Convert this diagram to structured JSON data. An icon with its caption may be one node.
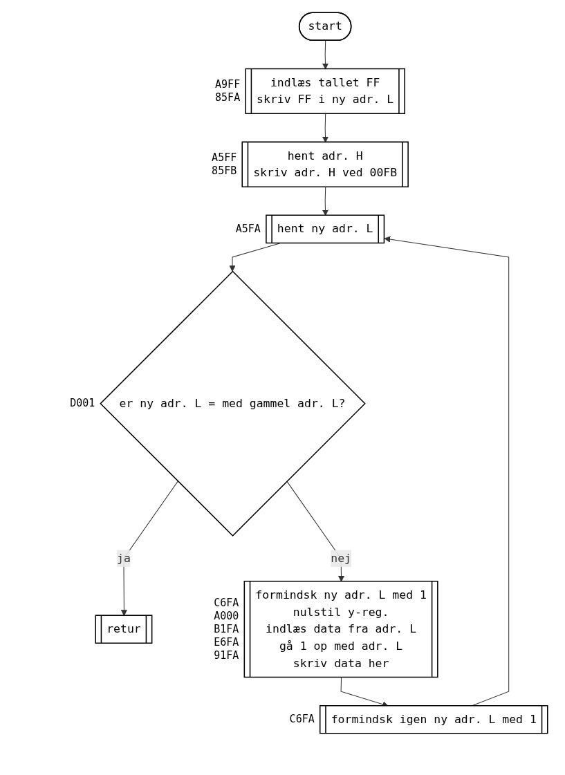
{
  "diagram": {
    "nodes": [
      {
        "text": [
          "start"
        ]
      },
      {
        "text": [
          "indlæs tallet FF",
          "skriv FF i ny adr. L"
        ],
        "beside": [
          "A9FF",
          "85FA"
        ]
      },
      {
        "text": [
          "hent adr. H",
          "skriv adr. H ved 00FB"
        ],
        "beside": [
          "A5FF",
          "85FB"
        ]
      },
      {
        "text": [
          "hent ny adr. L"
        ],
        "beside": [
          "A5FA"
        ]
      },
      {
        "text": [
          "er ny adr. L = med gammel adr. L?"
        ],
        "beside": [
          "D001"
        ]
      },
      {
        "text": [
          "retur"
        ]
      },
      {
        "text": [
          "formindsk ny adr. L med 1",
          "nulstil y-reg.",
          "indlæs data fra adr. L",
          "gå 1 op med adr. L",
          "skriv data her"
        ],
        "beside": [
          "C6FA",
          "A000",
          "B1FA",
          "E6FA",
          "91FA"
        ]
      },
      {
        "text": [
          "formindsk igen ny adr. L med 1"
        ],
        "beside": [
          "C6FA"
        ]
      }
    ],
    "edges": [
      {
        "from": 0,
        "to": 1,
        "arrow": "to"
      },
      {
        "from": 1,
        "to": 2,
        "arrow": "to"
      },
      {
        "from": 2,
        "to": 3,
        "arrow": "to"
      },
      {
        "from": 3,
        "to": 4,
        "arrow": "to"
      },
      {
        "from": 4,
        "to": 5,
        "arrow": "to",
        "label": "ja"
      },
      {
        "from": 4,
        "to": 6,
        "arrow": "to",
        "label": "nej"
      },
      {
        "from": 6,
        "to": 7,
        "arrow": "to"
      },
      {
        "from": 7,
        "to": 3,
        "arrow": "to"
      }
    ]
  }
}
